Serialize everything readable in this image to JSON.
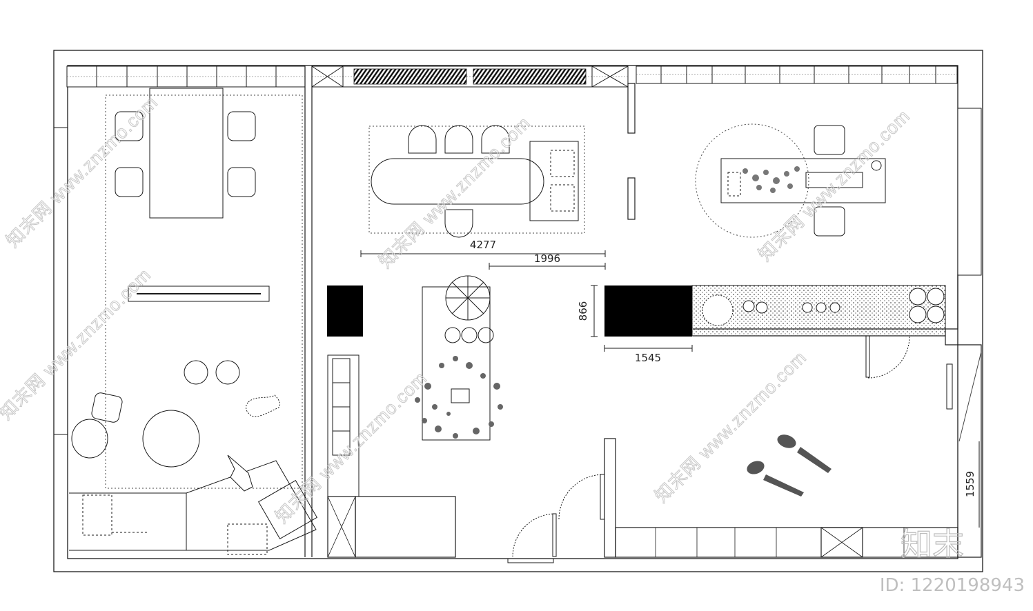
{
  "dimensions": [
    {
      "id": "d4277",
      "label": "4277"
    },
    {
      "id": "d1996",
      "label": "1996"
    },
    {
      "id": "d866",
      "label": "866"
    },
    {
      "id": "d1545",
      "label": "1545"
    },
    {
      "id": "d1559",
      "label": "1559"
    }
  ],
  "watermark": {
    "text": "知末网 www.znzmo.com",
    "logo": "知末",
    "id_label": "ID: 1220198943"
  },
  "colors": {
    "line": "#1a1a1a",
    "solid_block": "#000000",
    "plant": "#555555",
    "watermark": "#c9c9c9"
  }
}
